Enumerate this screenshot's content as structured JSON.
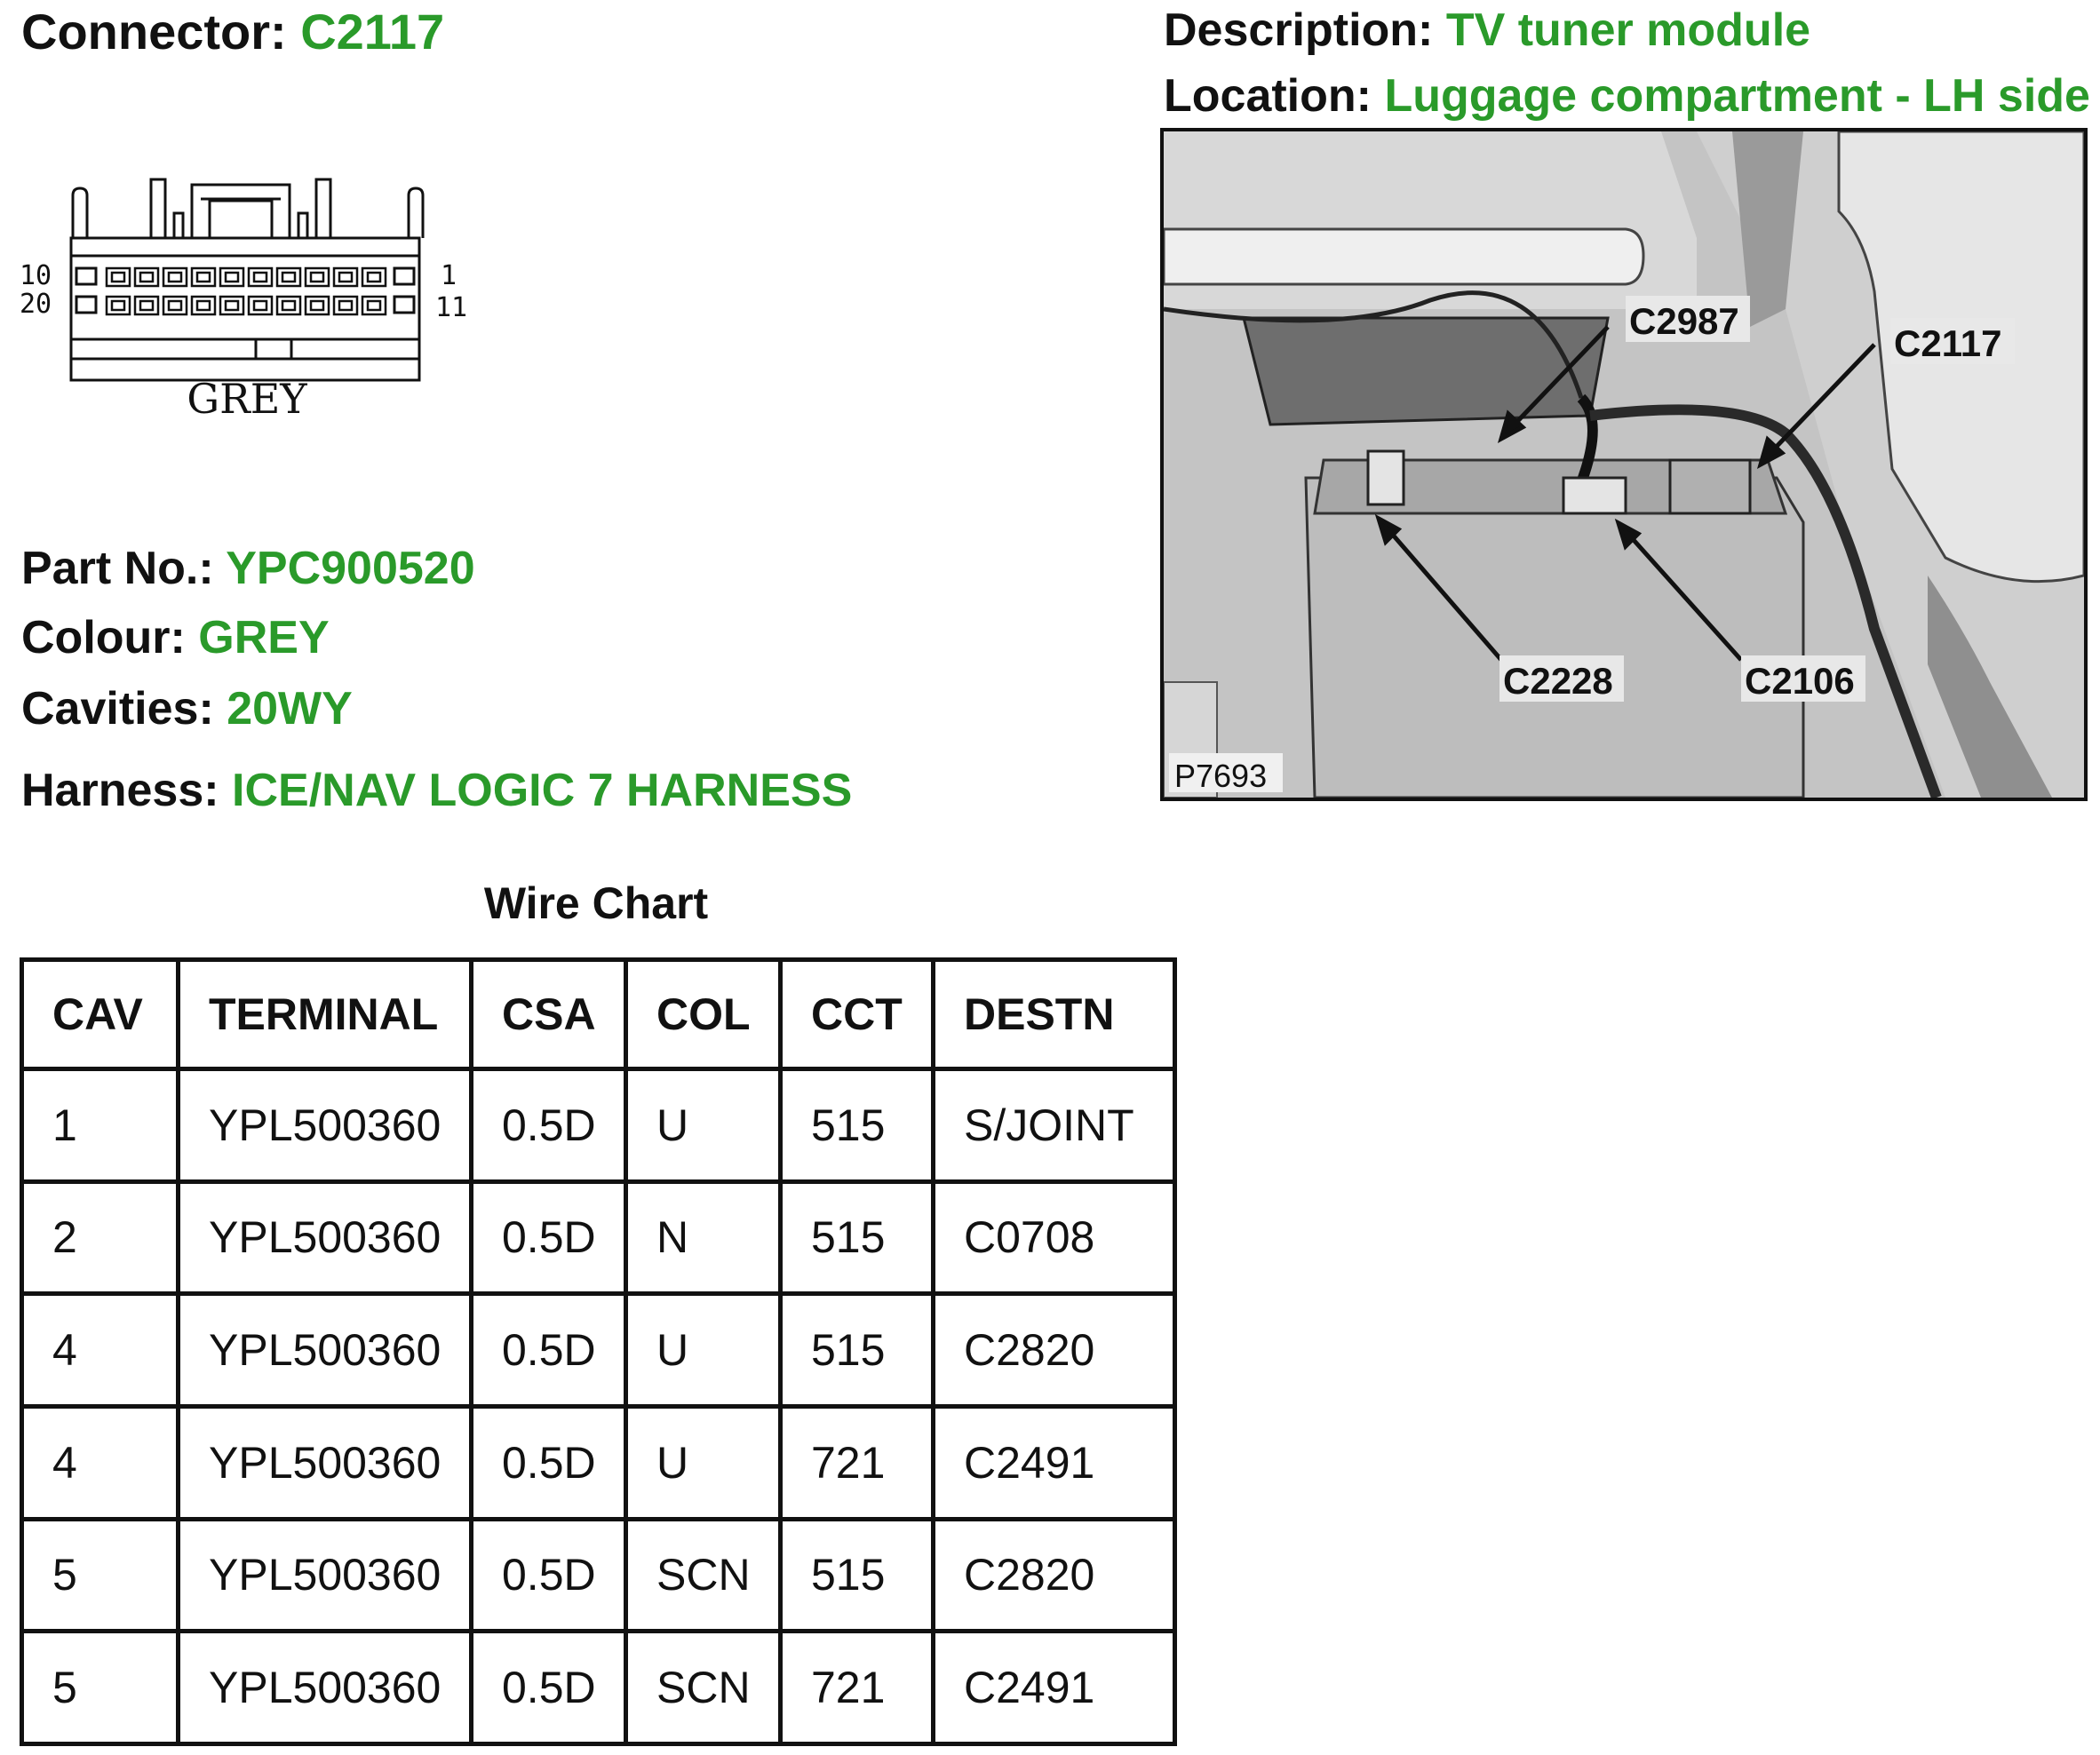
{
  "connector": {
    "label": "Connector:",
    "id": "C2117"
  },
  "description": {
    "label": "Description:",
    "value": "TV tuner module"
  },
  "location": {
    "label": "Location:",
    "value": "Luggage compartment - LH side"
  },
  "connector_face": {
    "pin_top_left": "10",
    "pin_top_right": "1",
    "pin_bottom_left": "20",
    "pin_bottom_right": "11",
    "color_label": "GREY"
  },
  "part_no": {
    "label": "Part No.:",
    "value": "YPC900520"
  },
  "colour": {
    "label": "Colour:",
    "value": "GREY"
  },
  "cavities": {
    "label": "Cavities:",
    "value": "20WY"
  },
  "harness": {
    "label": "Harness:",
    "value": "ICE/NAV LOGIC 7 HARNESS"
  },
  "photo": {
    "callouts": [
      "C2987",
      "C2117",
      "C2228",
      "C2106"
    ],
    "figure_ref": "P7693"
  },
  "wire_chart": {
    "title": "Wire Chart",
    "columns": [
      "CAV",
      "TERMINAL",
      "CSA",
      "COL",
      "CCT",
      "DESTN"
    ],
    "rows": [
      [
        "1",
        "YPL500360",
        "0.5D",
        "U",
        "515",
        "S/JOINT"
      ],
      [
        "2",
        "YPL500360",
        "0.5D",
        "N",
        "515",
        "C0708"
      ],
      [
        "4",
        "YPL500360",
        "0.5D",
        "U",
        "515",
        "C2820"
      ],
      [
        "4",
        "YPL500360",
        "0.5D",
        "U",
        "721",
        "C2491"
      ],
      [
        "5",
        "YPL500360",
        "0.5D",
        "SCN",
        "515",
        "C2820"
      ],
      [
        "5",
        "YPL500360",
        "0.5D",
        "SCN",
        "721",
        "C2491"
      ]
    ]
  },
  "colors": {
    "value_green": "#2a9a2a",
    "text": "#111111"
  }
}
